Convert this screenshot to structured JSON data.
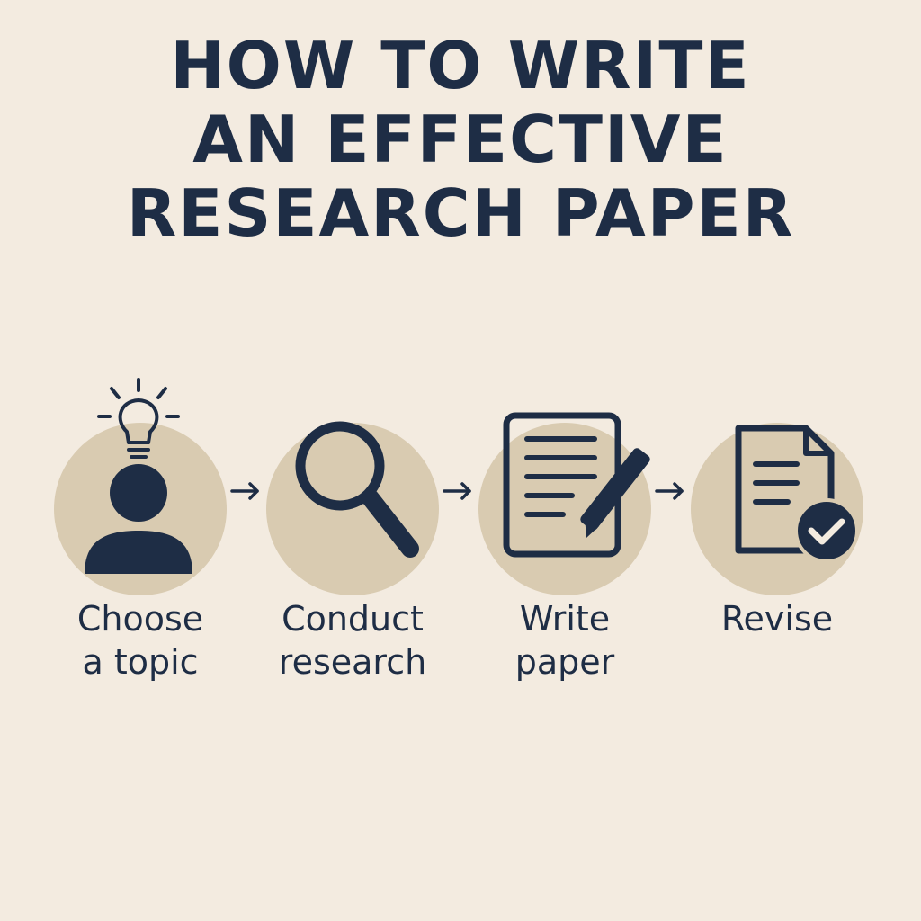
{
  "title": {
    "line1": "HOW TO WRITE",
    "line2": "AN EFFECTIVE",
    "line3": "RESEARCH PAPER"
  },
  "colors": {
    "background": "#f3ebe0",
    "circle": "#d9cbb1",
    "ink": "#1e2d45"
  },
  "steps": [
    {
      "icon": "person-lightbulb-icon",
      "label_line1": "Choose",
      "label_line2": "a topic"
    },
    {
      "icon": "magnifying-glass-icon",
      "label_line1": "Conduct",
      "label_line2": "research"
    },
    {
      "icon": "document-pen-icon",
      "label_line1": "Write",
      "label_line2": "paper"
    },
    {
      "icon": "document-check-icon",
      "label_line1": "Revise",
      "label_line2": ""
    }
  ]
}
